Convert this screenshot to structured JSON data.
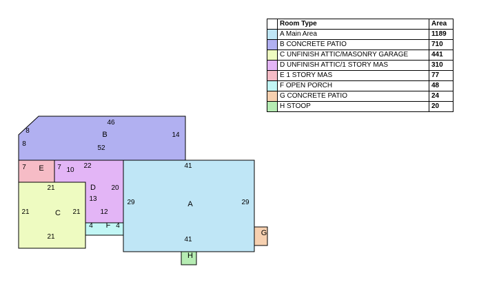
{
  "legend": {
    "header_type": "Room Type",
    "header_area": "Area",
    "rows": [
      {
        "label": "A Main Area",
        "area": "1189",
        "color": "#bfe6f6"
      },
      {
        "label": "B CONCRETE PATIO",
        "area": "710",
        "color": "#b1b0f1"
      },
      {
        "label": "C UNFINISH ATTIC/MASONRY GARAGE",
        "area": "441",
        "color": "#eefbc1"
      },
      {
        "label": "D UNFINISH ATTIC/1 STORY MAS",
        "area": "310",
        "color": "#e3b5f6"
      },
      {
        "label": "E 1 STORY MAS",
        "area": "77",
        "color": "#f6bcc6"
      },
      {
        "label": "F OPEN PORCH",
        "area": "48",
        "color": "#c2f6f5"
      },
      {
        "label": "G CONCRETE PATIO",
        "area": "24",
        "color": "#f6d0b0"
      },
      {
        "label": "H STOOP",
        "area": "20",
        "color": "#b6ecb3"
      }
    ]
  },
  "sketch": {
    "areas": {
      "A": "A",
      "B": "B",
      "C": "C",
      "D": "D",
      "E": "E",
      "F": "F",
      "G": "G",
      "H": "H"
    },
    "dims": {
      "b_top": "46",
      "b_left_upper": "8",
      "b_left_lower": "8",
      "b_right": "14",
      "b_bottom": "52",
      "e_left": "7",
      "e_right": "7",
      "d_left": "10",
      "d_top": "22",
      "d_right": "20",
      "d_mid": "13",
      "d_bottom": "12",
      "a_top": "41",
      "a_left": "29",
      "a_right": "29",
      "a_bottom": "41",
      "c_top": "21",
      "c_left": "21",
      "c_right": "21",
      "c_bottom": "21",
      "f_left": "4",
      "f_right": "4"
    }
  }
}
